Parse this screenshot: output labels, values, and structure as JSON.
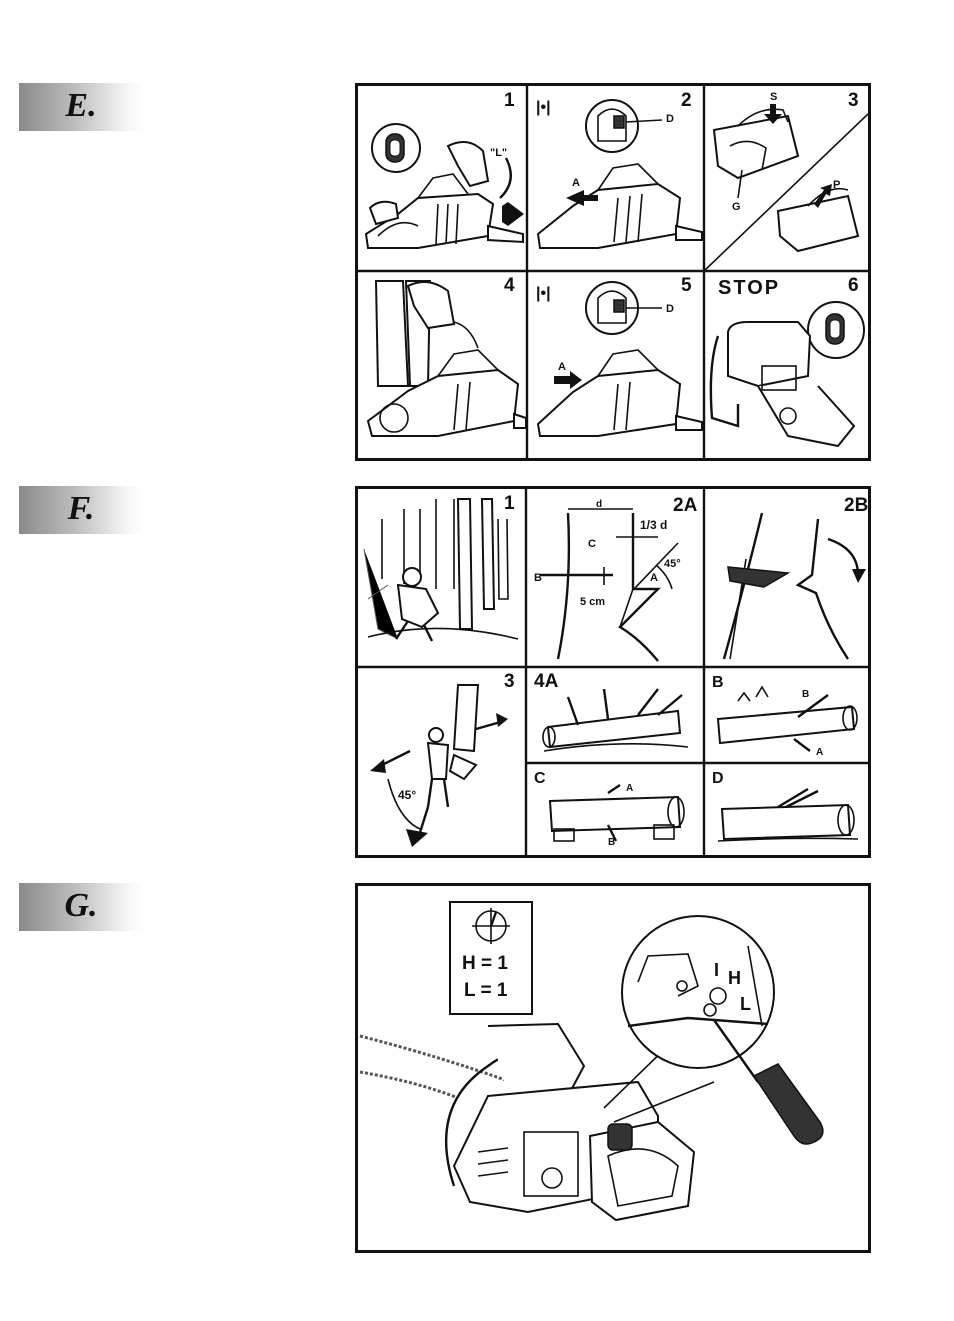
{
  "sections": {
    "e": {
      "tab_label": "E."
    },
    "f": {
      "tab_label": "F."
    },
    "g": {
      "tab_label": "G."
    }
  },
  "panel_e": {
    "cells": [
      {
        "number": "1",
        "callouts": [
          "\"L\""
        ]
      },
      {
        "number": "2",
        "callouts": [
          "|•|",
          "D",
          "A"
        ]
      },
      {
        "number": "3",
        "callouts": [
          "S",
          "G",
          "P"
        ]
      },
      {
        "number": "4",
        "callouts": []
      },
      {
        "number": "5",
        "callouts": [
          "|•|",
          "D",
          "A"
        ]
      },
      {
        "number": "6",
        "heading": "STOP",
        "callouts": []
      }
    ]
  },
  "panel_f": {
    "cells": [
      {
        "number": "1"
      },
      {
        "number": "2A",
        "callouts": {
          "d": "d",
          "third": "1/3 d",
          "c": "C",
          "angle": "45°",
          "a": "A",
          "b": "B",
          "depth": "5 cm"
        }
      },
      {
        "number": "2B"
      },
      {
        "number": "3",
        "callouts": {
          "angle": "45°"
        }
      },
      {
        "number": "4A"
      },
      {
        "number": "B",
        "callouts": {
          "b": "B",
          "a": "A"
        }
      },
      {
        "number": "C",
        "callouts": {
          "a": "A",
          "b": "B"
        }
      },
      {
        "number": "D"
      }
    ]
  },
  "panel_g": {
    "settings": {
      "h": "H = 1",
      "l": "L = 1"
    },
    "callouts": {
      "i": "I",
      "h": "H",
      "l": "L"
    }
  }
}
